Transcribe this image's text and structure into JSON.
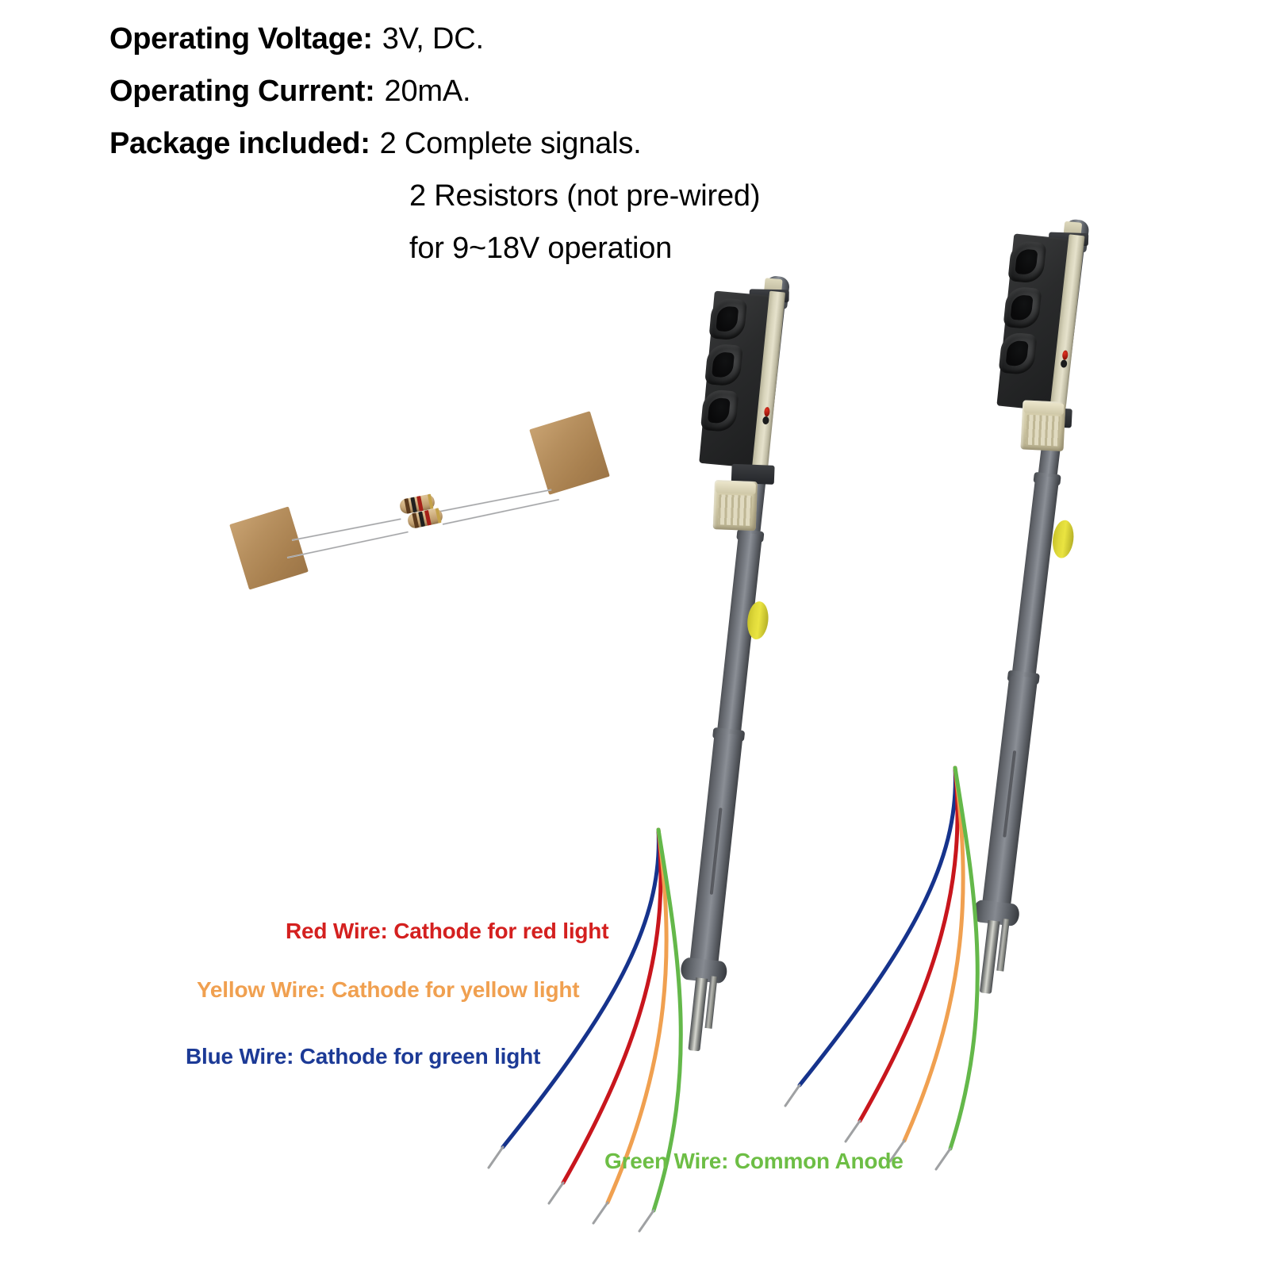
{
  "specs": {
    "rows": [
      {
        "label": "Operating Voltage:",
        "value": "3V, DC."
      },
      {
        "label": "Operating Current:",
        "value": "20mA."
      },
      {
        "label": "Package included:",
        "value": "2 Complete signals."
      }
    ],
    "continuation": [
      "2 Resistors (not pre-wired)",
      "for 9~18V operation"
    ]
  },
  "wire_legend": [
    {
      "key": "red",
      "text": "Red Wire: Cathode for red light",
      "color": "#D4201F"
    },
    {
      "key": "yellow",
      "text": "Yellow Wire: Cathode for yellow light",
      "color": "#F0A050"
    },
    {
      "key": "blue",
      "text": "Blue Wire: Cathode for green light",
      "color": "#1C3A96"
    },
    {
      "key": "green",
      "text": "Green Wire: Common Anode",
      "color": "#6DBE45"
    }
  ],
  "wire_colors": {
    "red": "#C8161D",
    "yellow": "#F0A050",
    "blue": "#16338C",
    "green": "#64B84A",
    "tip": "#9FA1A3"
  },
  "palette": {
    "pole_gray": "#6E7176",
    "head_black": "#242526",
    "backplate_cream": "#DCD8BF",
    "relay_cream": "#D6CFAE",
    "yellow_marker": "#DFD93A",
    "resistor_body": "#C9A87A",
    "tape_pad": "#B68F5E",
    "background": "#FFFFFF"
  },
  "objects": {
    "signal_left_name": "traffic-signal-left",
    "signal_right_name": "traffic-signal-right",
    "resistor_pack_name": "resistor-pair",
    "lamp_count": 3
  }
}
